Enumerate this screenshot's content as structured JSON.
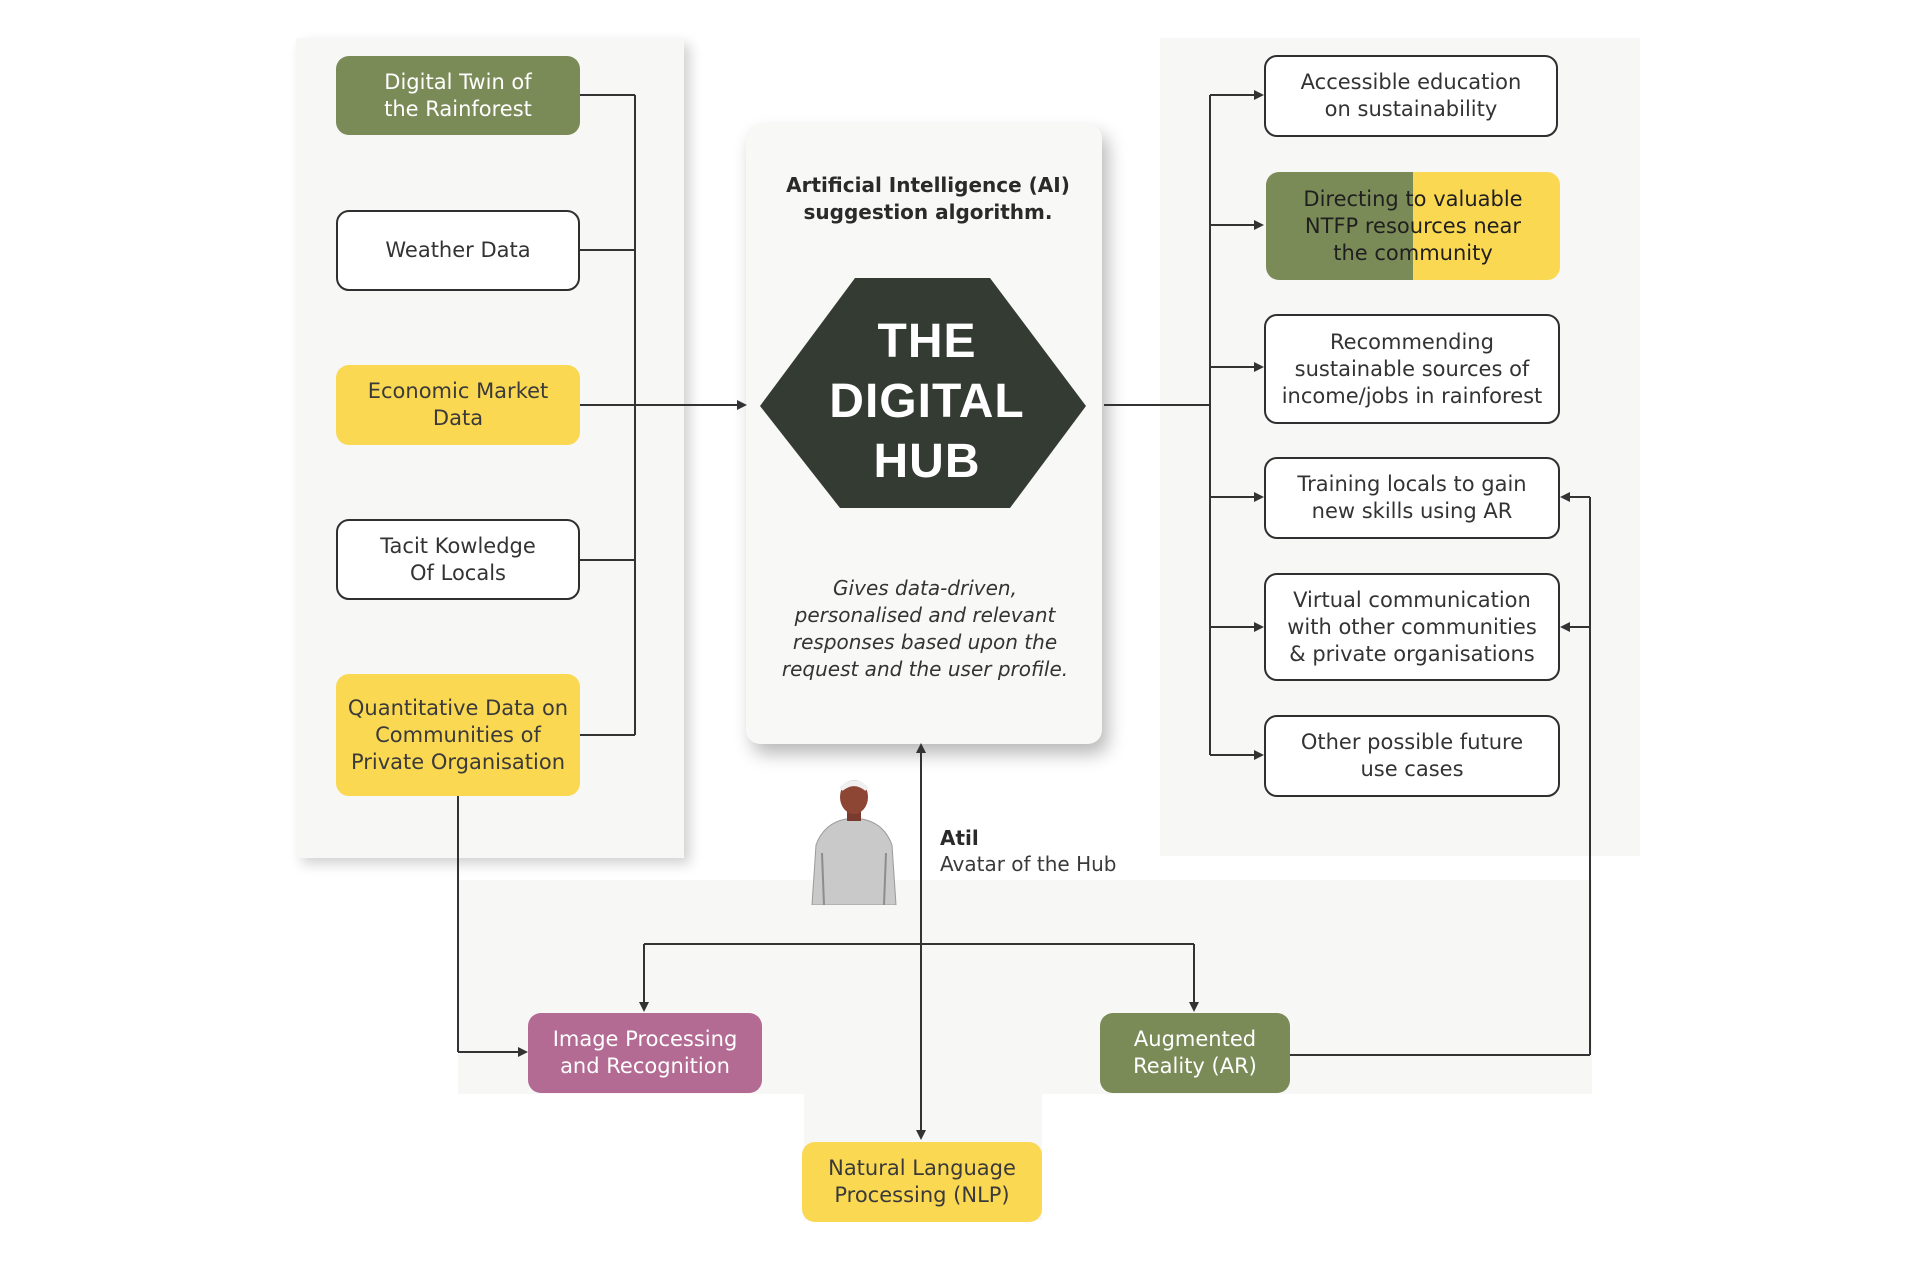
{
  "inputs": [
    {
      "label": "Digital Twin of\nthe Rainforest"
    },
    {
      "label": "Weather Data"
    },
    {
      "label": "Economic Market\nData"
    },
    {
      "label": "Tacit Kowledge\nOf Locals"
    },
    {
      "label": "Quantitative Data on\nCommunities of\nPrivate Organisation"
    }
  ],
  "hub": {
    "algorithm_title": "Artificial Intelligence (AI)\nsuggestion algorithm.",
    "title": "THE\nDIGITAL\nHUB",
    "description": "Gives data-driven,\npersonalised and relevant\nresponses based upon the\nrequest and the user profile."
  },
  "outputs": [
    {
      "label": "Accessible education\non sustainability"
    },
    {
      "label": "Directing to valuable\nNTFP resources near\nthe community"
    },
    {
      "label": "Recommending\nsustainable sources of\nincome/jobs in rainforest"
    },
    {
      "label": "Training locals to gain\nnew skills using AR"
    },
    {
      "label": "Virtual communication\nwith other communities\n& private organisations"
    },
    {
      "label": "Other possible future\nuse cases"
    }
  ],
  "avatar": {
    "name": "Atil",
    "role": "Avatar of the Hub"
  },
  "technologies": [
    {
      "label": "Image Processing\nand Recognition"
    },
    {
      "label": "Augmented\nReality (AR)"
    },
    {
      "label": "Natural Language\nProcessing (NLP)"
    }
  ],
  "colors": {
    "green": "#7b8b58",
    "yellow": "#fbd852",
    "pink": "#b36b93",
    "hub_hexagon": "#343b32",
    "line": "#333333"
  }
}
